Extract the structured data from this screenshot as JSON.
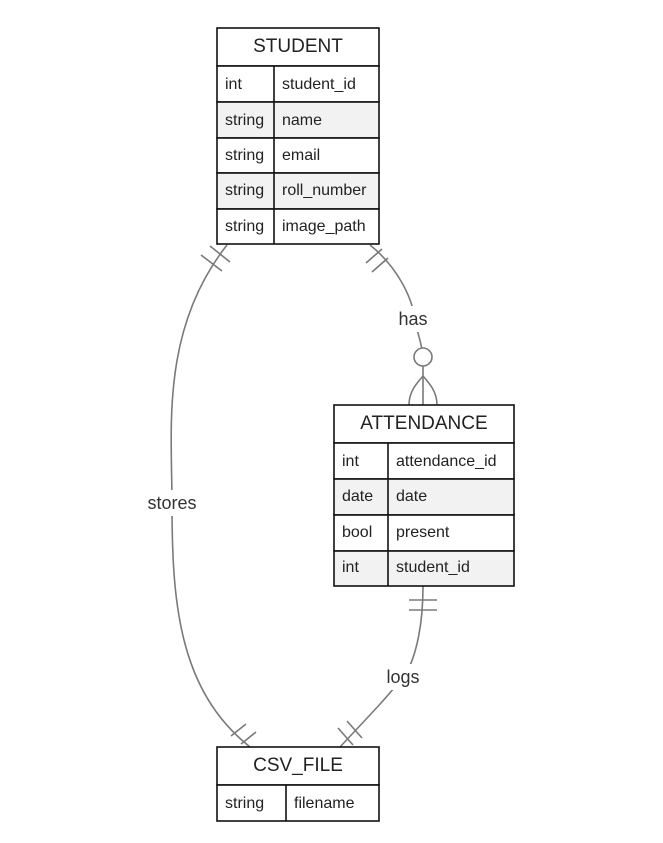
{
  "entities": {
    "student": {
      "title": "STUDENT",
      "attributes": [
        {
          "type": "int",
          "name": "student_id"
        },
        {
          "type": "string",
          "name": "name"
        },
        {
          "type": "string",
          "name": "email"
        },
        {
          "type": "string",
          "name": "roll_number"
        },
        {
          "type": "string",
          "name": "image_path"
        }
      ]
    },
    "attendance": {
      "title": "ATTENDANCE",
      "attributes": [
        {
          "type": "int",
          "name": "attendance_id"
        },
        {
          "type": "date",
          "name": "date"
        },
        {
          "type": "bool",
          "name": "present"
        },
        {
          "type": "int",
          "name": "student_id"
        }
      ]
    },
    "csv_file": {
      "title": "CSV_FILE",
      "attributes": [
        {
          "type": "string",
          "name": "filename"
        }
      ]
    }
  },
  "relationships": {
    "has": {
      "label": "has",
      "from": "STUDENT",
      "to": "ATTENDANCE",
      "from_cardinality": "exactly one",
      "to_cardinality": "zero or many"
    },
    "stores": {
      "label": "stores",
      "from": "STUDENT",
      "to": "CSV_FILE",
      "from_cardinality": "exactly one",
      "to_cardinality": "exactly one"
    },
    "logs": {
      "label": "logs",
      "from": "ATTENDANCE",
      "to": "CSV_FILE",
      "from_cardinality": "exactly one",
      "to_cardinality": "exactly one"
    }
  },
  "colors": {
    "line": "#7a7a7a",
    "border": "#111111",
    "row_alt": "#f2f2f2",
    "text": "#222222"
  }
}
